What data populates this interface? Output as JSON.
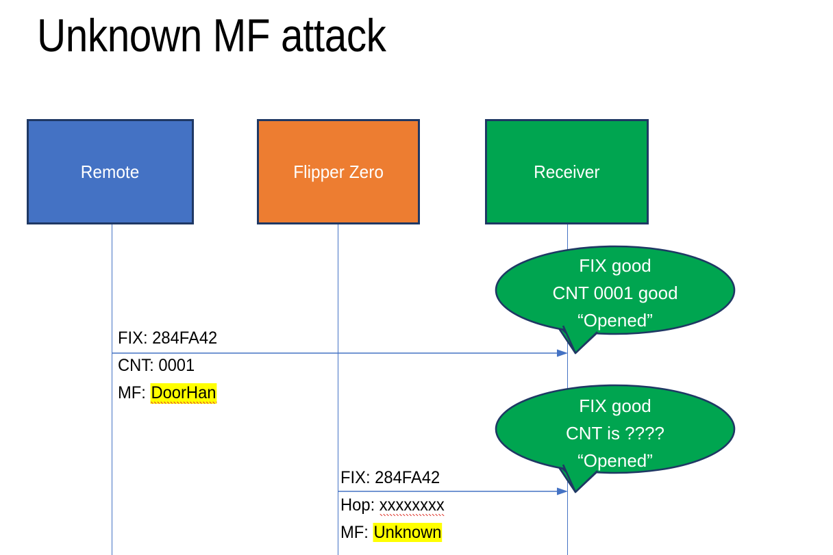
{
  "slide": {
    "title": "Unknown MF attack",
    "background_color": "#FFFFFF"
  },
  "colors": {
    "remote_box": "#4472C4",
    "flipper_box": "#ED7D31",
    "receiver_box": "#00A550",
    "box_border": "#1F3864",
    "lifeline": "#4472C4",
    "arrow": "#4472C4",
    "callout_fill": "#00A550",
    "callout_border": "#1F3864",
    "highlight": "#FFFF00",
    "spellcheck_underline": "#E03A2F"
  },
  "actors": [
    {
      "id": "remote",
      "label": "Remote"
    },
    {
      "id": "flipper",
      "label": "Flipper Zero"
    },
    {
      "id": "receiver",
      "label": "Receiver"
    }
  ],
  "messages": [
    {
      "id": "msg-1",
      "from": "remote",
      "to": "receiver",
      "lines": [
        {
          "label": "FIX: ",
          "value": "284FA42",
          "highlight": false,
          "squiggle": false
        },
        {
          "label": "CNT: ",
          "value": "0001",
          "highlight": false,
          "squiggle": false
        },
        {
          "label": "MF: ",
          "value": "DoorHan",
          "highlight": true,
          "squiggle": true
        }
      ]
    },
    {
      "id": "msg-2",
      "from": "flipper",
      "to": "receiver",
      "lines": [
        {
          "label": "FIX: ",
          "value": "284FA42",
          "highlight": false,
          "squiggle": false
        },
        {
          "label": "Hop: ",
          "value": "xxxxxxxx",
          "highlight": false,
          "squiggle": true
        },
        {
          "label": "MF: ",
          "value": "Unknown",
          "highlight": true,
          "squiggle": false
        }
      ]
    }
  ],
  "callouts": [
    {
      "id": "callout-1",
      "anchor": "receiver",
      "lines": [
        "FIX good",
        "CNT 0001 good",
        "“Opened”"
      ]
    },
    {
      "id": "callout-2",
      "anchor": "receiver",
      "lines": [
        "FIX good",
        "CNT is ????",
        "“Opened”"
      ]
    }
  ]
}
